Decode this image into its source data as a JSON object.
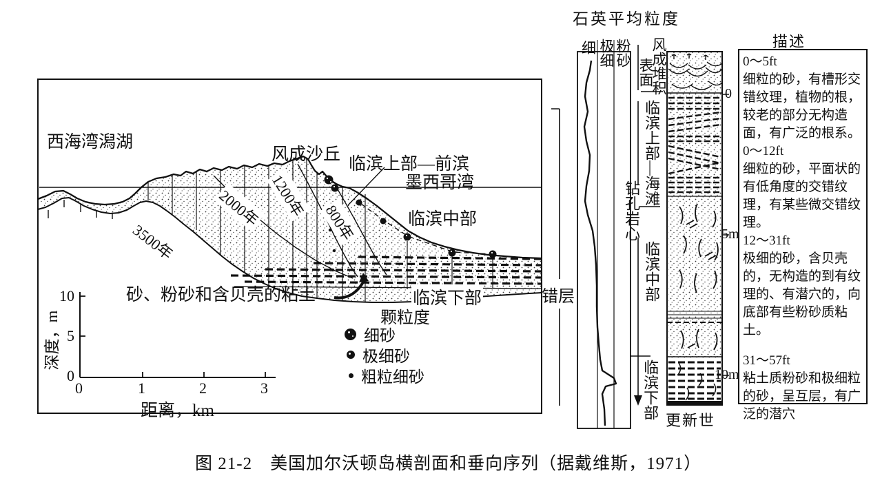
{
  "figure": {
    "caption": "图 21-2　美国加尔沃顿岛横剖面和垂向序列（据戴维斯，1971）"
  },
  "cross_section": {
    "lagoon_label": "西海湾潟湖",
    "dune_label": "风成沙丘",
    "upper_shoreface_foreshore_label": "临滨上部—前滨",
    "gulf_label": "墨西哥湾",
    "middle_shoreface_label": "临滨中部",
    "lower_shoreface_label": "临滨下部",
    "basal_unit_label": "砂、粉砂和含贝壳的粘土",
    "isochrons": {
      "y3500": "3500年",
      "y2000": "2000年",
      "y1200": "1200年",
      "y800": "800年"
    },
    "depth_axis": {
      "label": "深度，m",
      "ticks": [
        "10",
        "5",
        "0"
      ]
    },
    "distance_axis": {
      "label": "距离，km",
      "ticks": [
        "0",
        "1",
        "2",
        "3"
      ]
    },
    "legend": {
      "title": "颗粒度",
      "items": [
        {
          "symbol": "large-speckled-circle",
          "label": "细砂"
        },
        {
          "symbol": "medium-speckled-circle",
          "label": "极细砂"
        },
        {
          "symbol": "small-dot",
          "label": "粗粒细砂"
        }
      ]
    }
  },
  "fault_label": "错层",
  "grain_size_panel": {
    "title": "石英平均粒度",
    "column_headers": [
      "细",
      "极细",
      "粉砂"
    ]
  },
  "core_panel": {
    "surface_unit_label_right": "风成堆积",
    "surface_unit_label_left": "表面",
    "upper_shoreface_beach_label": "临滨上部—海滩",
    "drill_core_label": "钻孔岩心",
    "middle_shoreface_label": "临滨中部",
    "lower_shoreface_label": "临滨下部",
    "pleistocene_label": "更新世",
    "depth_marks": [
      "0",
      "5m",
      "10m"
    ]
  },
  "description_panel": {
    "title": "描述",
    "sections": [
      {
        "range": "0～5ft",
        "text": "细粒的砂，有槽形交错纹理，植物的根，较老的部分无构造面，有广泛的根系。"
      },
      {
        "range": "0～12ft",
        "text": "细粒的砂，平面状的有低角度的交错纹理，有某些微交错纹理。"
      },
      {
        "range": "12～31ft",
        "text": "极细的砂，含贝壳的，无构造的到有纹理的、有潜穴的，向底部有些粉砂质粘土。"
      },
      {
        "range": "31～57ft",
        "text": "粘土质粉砂和极细粒的砂，呈互层，有广泛的潜穴"
      }
    ]
  },
  "colors": {
    "ink": "#111111",
    "paper": "#ffffff"
  }
}
